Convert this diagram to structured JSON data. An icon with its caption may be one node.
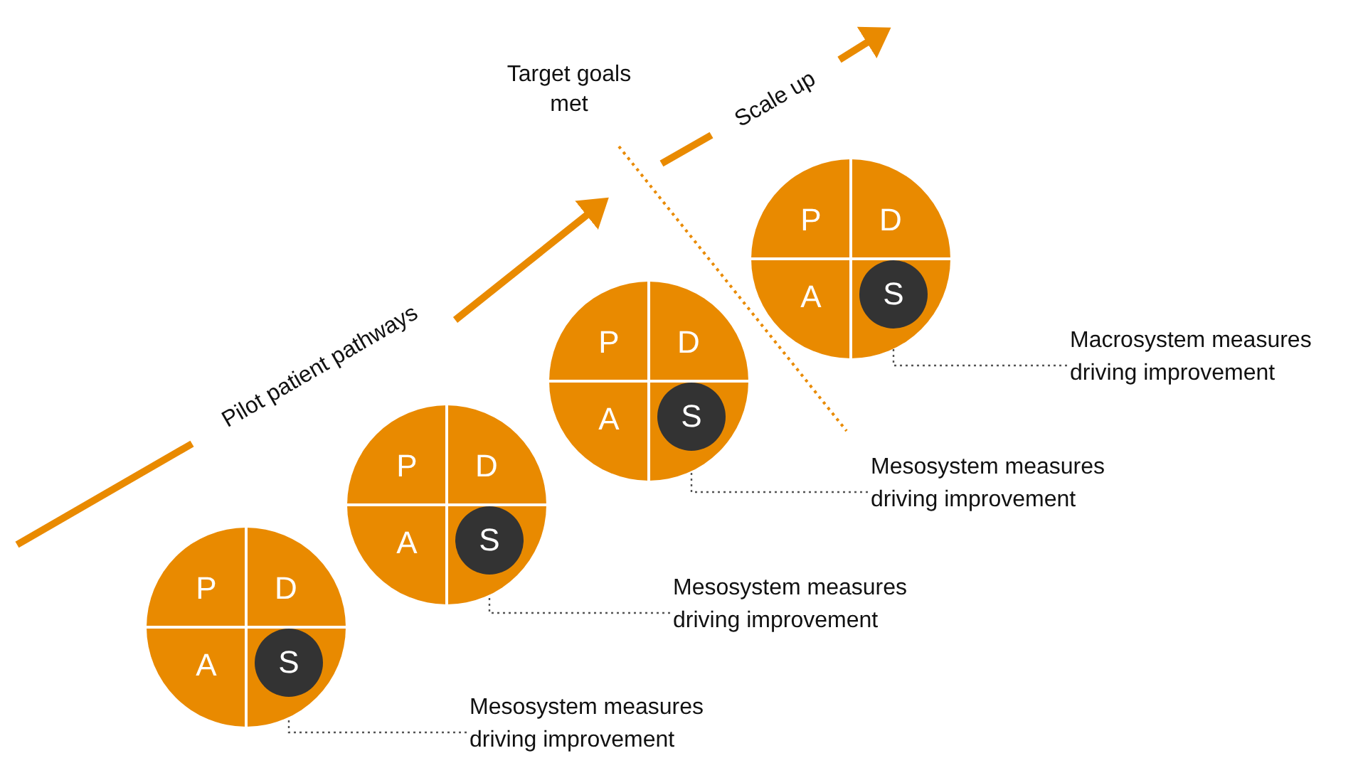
{
  "diagram": {
    "nodes": [
      {
        "text": [
          "P",
          "D",
          "A"
        ]
      },
      {
        "text": [
          "S"
        ],
        "in": 0
      },
      {
        "text": [
          "Mesosystem measures driving improvement"
        ]
      },
      {
        "text": [
          "P",
          "D",
          "A"
        ]
      },
      {
        "text": [
          "S"
        ],
        "in": 3
      },
      {
        "text": [
          "Mesosystem measures driving improvement"
        ]
      },
      {
        "text": [
          "P",
          "D",
          "A"
        ]
      },
      {
        "text": [
          "S"
        ],
        "in": 6
      },
      {
        "text": [
          "Mesosystem measures driving improvement"
        ]
      },
      {
        "text": [
          "P",
          "D",
          "A"
        ]
      },
      {
        "text": [
          "S"
        ],
        "in": 9
      },
      {
        "text": [
          "Macrosystem measures driving improvement"
        ]
      }
    ],
    "edges": [
      {
        "from": 2,
        "to": 1,
        "arrow": "none",
        "style": "dashed",
        "color": "#555555"
      },
      {
        "from": 5,
        "to": 4,
        "arrow": "none",
        "style": "dashed",
        "color": "#555555"
      },
      {
        "from": 8,
        "to": 7,
        "arrow": "none",
        "style": "dashed",
        "color": "#555555"
      },
      {
        "from": 11,
        "to": 10,
        "arrow": "none",
        "style": "dashed",
        "color": "#555555"
      }
    ],
    "labels": [
      "Target goals met",
      "Pilot patient pathways",
      "Scale up"
    ]
  }
}
